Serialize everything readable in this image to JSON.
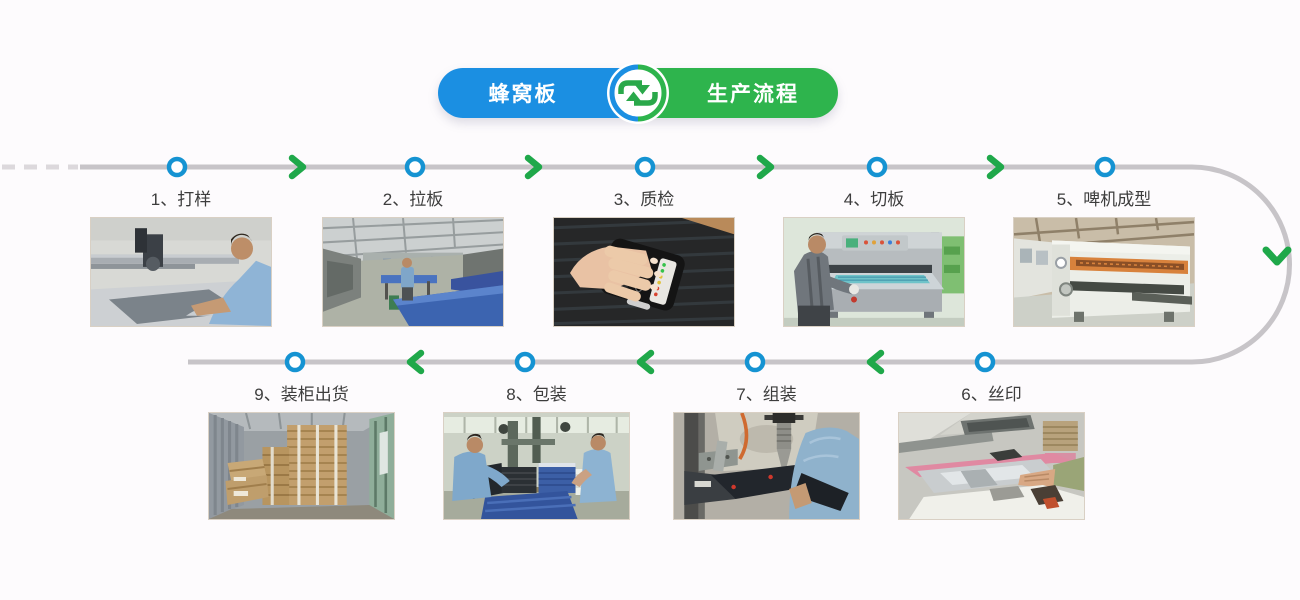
{
  "page": {
    "background": "#fdfbfd"
  },
  "header": {
    "left_label": "蜂窝板",
    "right_label": "生产流程",
    "left_color": "#1b8fe2",
    "right_color": "#2eb44d",
    "center_icon": "sync-arrows-icon"
  },
  "flow": {
    "line_color": "#c7c4c8",
    "dash_color": "#dcd8dc",
    "node_ring_color": "#1593d2",
    "arrow_color": "#1fa84a",
    "row1_direction": "left-to-right",
    "row2_direction": "right-to-left"
  },
  "steps": [
    {
      "label": "1、打样",
      "photo": "cnc-sample-cutting-photo"
    },
    {
      "label": "2、拉板",
      "photo": "workshop-laminating-photo"
    },
    {
      "label": "3、质检",
      "photo": "quality-testing-photo"
    },
    {
      "label": "4、切板",
      "photo": "board-cutting-photo"
    },
    {
      "label": "5、啤机成型",
      "photo": "die-cutting-forming-photo"
    },
    {
      "label": "6、丝印",
      "photo": "silk-screen-printing-photo"
    },
    {
      "label": "7、组装",
      "photo": "assembly-photo"
    },
    {
      "label": "8、包装",
      "photo": "packing-photo"
    },
    {
      "label": "9、装柜出货",
      "photo": "container-loading-photo"
    }
  ]
}
